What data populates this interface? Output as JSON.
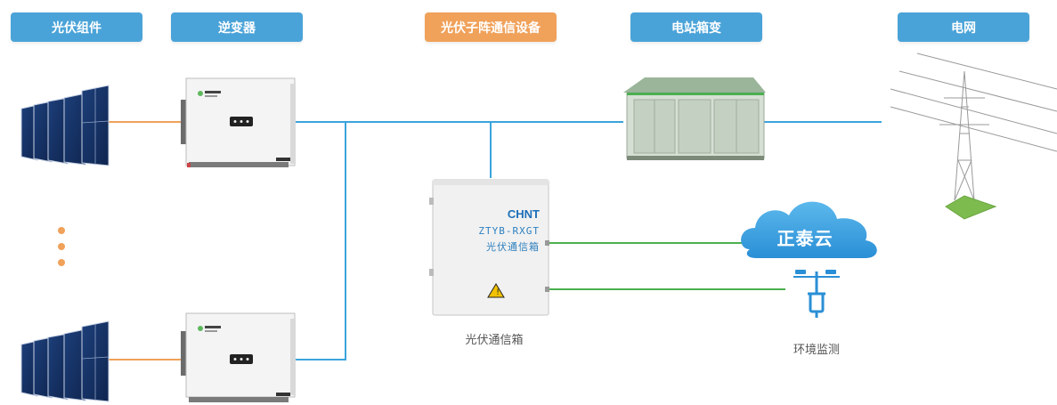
{
  "headers": {
    "pv_modules": "光伏组件",
    "inverter": "逆变器",
    "subarray_comm": "光伏子阵通信设备",
    "box_transformer": "电站箱变",
    "grid": "电网"
  },
  "comm_box": {
    "brand": "CHNT",
    "model": "ZTYB-RXGT",
    "name_on_box": "光伏通信箱",
    "caption": "光伏通信箱"
  },
  "cloud": {
    "label": "正泰云"
  },
  "env_monitor": {
    "caption": "环境监测"
  },
  "colors": {
    "header_blue": "#4aa3d8",
    "header_orange": "#f0a15a",
    "line_blue": "#3ba4dc",
    "line_green": "#4caf50",
    "dc_orange": "#f0a15a"
  }
}
